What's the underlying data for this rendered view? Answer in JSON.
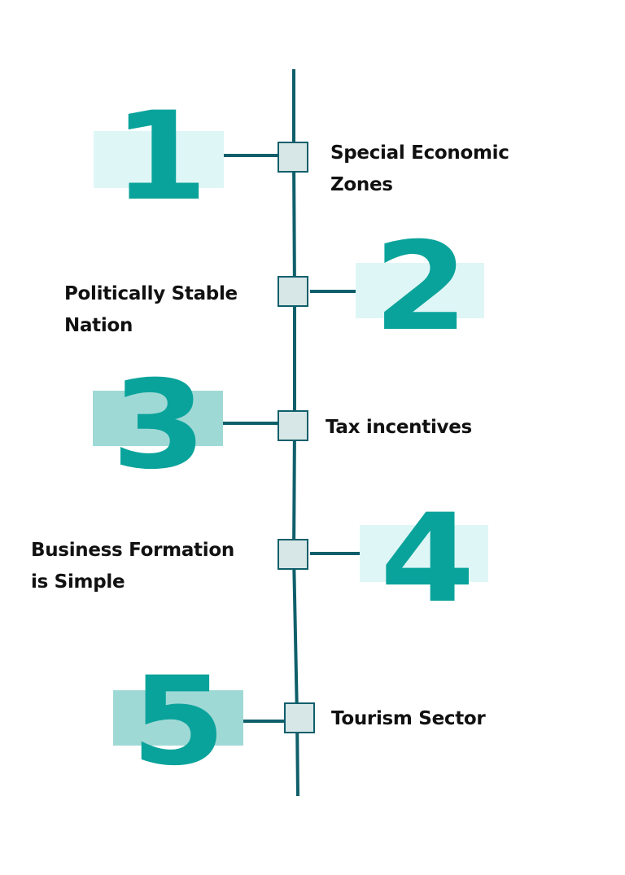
{
  "colors": {
    "line": "#0f5f6b",
    "node_fill": "#d7e6e6",
    "numeral": "#0aa39b",
    "highlight_light": "#dff6f6",
    "highlight_medium": "#9fd9d6",
    "label_text": "#111111"
  },
  "steps": [
    {
      "number": "1",
      "label_lines": [
        "Special Economic",
        "Zones"
      ]
    },
    {
      "number": "2",
      "label_lines": [
        "Politically Stable",
        "Nation"
      ]
    },
    {
      "number": "3",
      "label_lines": [
        "Tax incentives"
      ]
    },
    {
      "number": "4",
      "label_lines": [
        "Business Formation",
        "is Simple"
      ]
    },
    {
      "number": "5",
      "label_lines": [
        "Tourism Sector"
      ]
    }
  ]
}
